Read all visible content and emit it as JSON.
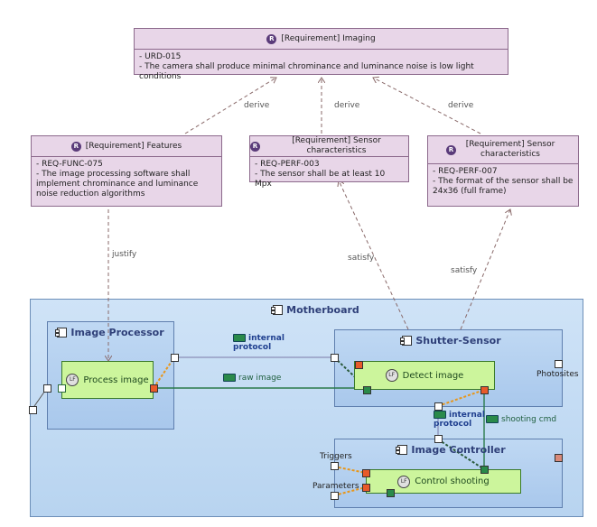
{
  "requirements": {
    "imaging": {
      "header": "[Requirement] Imaging",
      "id": "- URD-015",
      "text": "- The camera shall produce minimal chrominance and luminance noise is low light conditions"
    },
    "features": {
      "header": "[Requirement] Features",
      "id": "- REQ-FUNC-075",
      "text": "- The image processing software shall implement chrominance and luminance noise reduction algorithms"
    },
    "sensor1": {
      "header": "[Requirement] Sensor characteristics",
      "id": "- REQ-PERF-003",
      "text": "- The sensor shall be at least 10 Mpx"
    },
    "sensor2": {
      "header": "[Requirement] Sensor characteristics",
      "id": "- REQ-PERF-007",
      "text": "- The format of the sensor shall be 24x36 (full frame)"
    }
  },
  "links": {
    "derive": "derive",
    "justify": "justify",
    "satisfy": "satisfy"
  },
  "badge": "R",
  "lf_icon": "LF",
  "components": {
    "motherboard": "Motherboard",
    "image_processor": "Image Processor",
    "shutter_sensor": "Shutter-Sensor",
    "image_controller": "Image Controller"
  },
  "functions": {
    "process_image": "Process image",
    "detect_image": "Detect image",
    "control_shooting": "Control shooting"
  },
  "exchanges": {
    "internal_protocol": "internal protocol",
    "raw_image": "raw image",
    "shooting_cmd": "shooting cmd"
  },
  "ports": {
    "photosites": "Photosites",
    "triggers": "Triggers",
    "parameters": "Parameters"
  },
  "colors": {
    "requirement_fill": "#e8d6e8",
    "component_fill": "#bfd8f3",
    "function_fill": "#ccf59c",
    "exchange_green": "#2a7a4a",
    "orange": "#e8961a"
  }
}
